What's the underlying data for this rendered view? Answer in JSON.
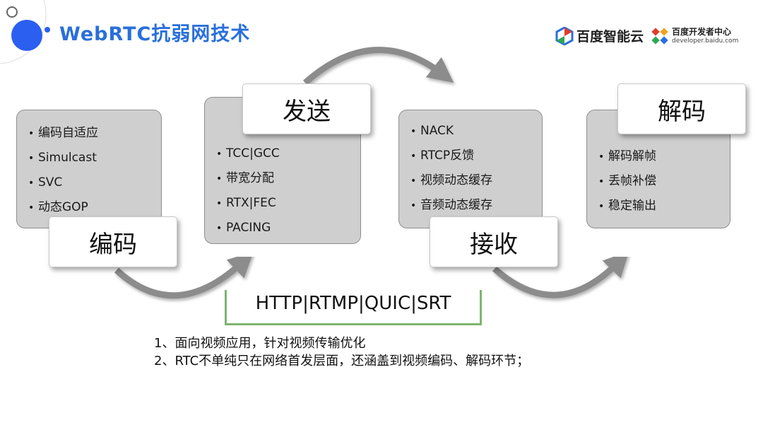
{
  "title": "WebRTC抗弱网技术",
  "logos": {
    "baidu_cloud": "百度智能云",
    "developer_cn": "百度开发者中心",
    "developer_en": "developer.baidu.com"
  },
  "stages": {
    "encode": {
      "label": "编码",
      "items": [
        "编码自适应",
        "Simulcast",
        "SVC",
        "动态GOP"
      ]
    },
    "send": {
      "label": "发送",
      "items": [
        "TCC|GCC",
        "带宽分配",
        "RTX|FEC",
        "PACING"
      ]
    },
    "receive": {
      "label": "接收",
      "items": [
        "NACK",
        "RTCP反馈",
        "视频动态缓存",
        "音频动态缓存"
      ]
    },
    "decode": {
      "label": "解码",
      "items": [
        "解码解帧",
        "丢帧补偿",
        "稳定输出"
      ]
    }
  },
  "protocols": "HTTP|RTMP|QUIC|SRT",
  "notes": [
    "1、面向视频应用，针对视频传输优化",
    "2、RTC不单纯只在网络首发层面，还涵盖到视频编码、解码环节；"
  ],
  "colors": {
    "title": "#2a6fdb",
    "accent_circle": "#2a5ff0",
    "box_fill": "#cfcfcf",
    "arrow": "#8c8c8c",
    "bracket": "#7fb36f"
  }
}
